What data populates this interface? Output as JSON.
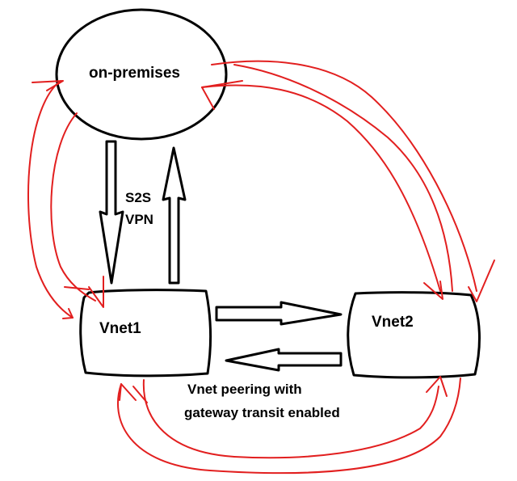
{
  "nodes": {
    "onprem": "on-premises",
    "vnet1": "Vnet1",
    "vnet2": "Vnet2"
  },
  "labels": {
    "s2s_line1": "S2S",
    "s2s_line2": "VPN",
    "peering_line1": "Vnet peering with",
    "peering_line2": "gateway transit enabled"
  },
  "colors": {
    "ink": "#000000",
    "annotation": "#e21f1f"
  }
}
